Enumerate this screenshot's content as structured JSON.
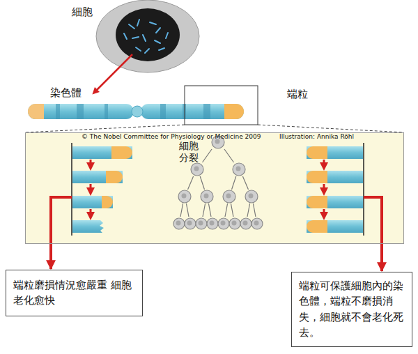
{
  "diagram": {
    "nodes": [
      {
        "text": [
          "© The Nobel Committee for Physiology or Medicine 2009",
          "Illustration: Annika Röhl",
          "細胞 分裂"
        ]
      },
      {
        "text": [
          "端粒磨損情況愈嚴重 細胞老化愈快"
        ]
      },
      {
        "text": [
          "端粒可保護細胞內的染色體，端粒不磨損消失，細胞就不會老化死去。"
        ]
      }
    ],
    "edges": [
      {
        "from": 0,
        "to": 1,
        "arrow": "to"
      },
      {
        "from": 0,
        "to": 2,
        "arrow": "to"
      }
    ],
    "labels": [
      "細胞",
      "染色體",
      "端粒"
    ]
  }
}
